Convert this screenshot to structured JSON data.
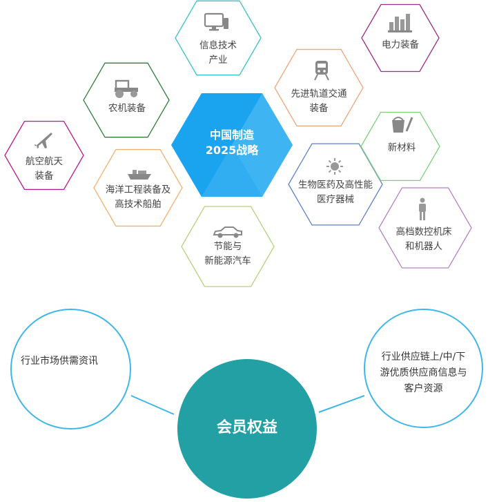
{
  "center": {
    "line1": "中国制造",
    "line2": "2025战略",
    "color_main": "#1aa3ee",
    "color_light": "#5cc4f5"
  },
  "hexes": [
    {
      "id": "info-tech",
      "line1": "信息技术",
      "line2": "产业",
      "border": "#35c2c9",
      "icon": "computer-icon"
    },
    {
      "id": "power",
      "line1": "电力装备",
      "line2": "",
      "border": "#9c2a88",
      "icon": "power-plant-icon"
    },
    {
      "id": "agri",
      "line1": "农机装备",
      "line2": "",
      "border": "#2f7d3a",
      "icon": "tractor-icon"
    },
    {
      "id": "rail",
      "line1": "先进轨道交通",
      "line2": "装备",
      "border": "#f0a57a",
      "icon": "train-icon"
    },
    {
      "id": "aero",
      "line1": "航空航天",
      "line2": "装备",
      "border": "#c0168b",
      "icon": "airplane-icon"
    },
    {
      "id": "material",
      "line1": "新材料",
      "line2": "",
      "border": "#7ed079",
      "icon": "paint-bucket-icon"
    },
    {
      "id": "marine",
      "line1": "海洋工程装备及",
      "line2": "高技术船舶",
      "border": "#f2b070",
      "icon": "ship-icon"
    },
    {
      "id": "bio",
      "line1": "生物医药及高性能",
      "line2": "医疗器械",
      "border": "#5b7fc8",
      "icon": "sun-icon"
    },
    {
      "id": "cnc",
      "line1": "高档数控机床",
      "line2": "和机器人",
      "border": "#b37fc8",
      "icon": "robot-icon"
    },
    {
      "id": "auto",
      "line1": "节能与",
      "line2": "新能源汽车",
      "border": "#b6cf7a",
      "icon": "car-icon"
    }
  ],
  "members": {
    "title": "会员权益",
    "left_text": "行业市场供需资讯",
    "right_line1": "行业供应链上/中/下",
    "right_line2": "游优质供应商信息与",
    "right_line3": "客户资源",
    "main_color": "#22a0a4",
    "ring_color": "#3fb6e8"
  }
}
